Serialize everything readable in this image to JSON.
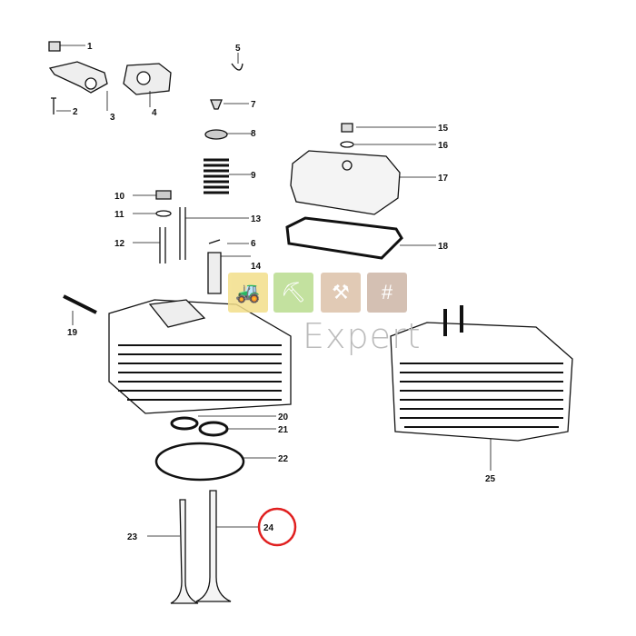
{
  "diagram": {
    "title": "Cylinder head exploded parts diagram",
    "part_labels": [
      "1",
      "2",
      "3",
      "4",
      "5",
      "6",
      "7",
      "8",
      "9",
      "10",
      "11",
      "12",
      "13",
      "6",
      "14",
      "15",
      "16",
      "17",
      "18",
      "19",
      "20",
      "21",
      "22",
      "23",
      "24",
      "25"
    ],
    "highlighted_part": "24",
    "highlight_color": "#e02020"
  },
  "watermark": {
    "text": "Expert",
    "tile_colors": [
      "#f3df8a",
      "#b9dc8f",
      "#dcc1a9",
      "#cdb6a6"
    ],
    "tile_icons": [
      "tractor-icon",
      "wheelbarrow-icon",
      "tools-icon",
      "fence-icon"
    ]
  }
}
